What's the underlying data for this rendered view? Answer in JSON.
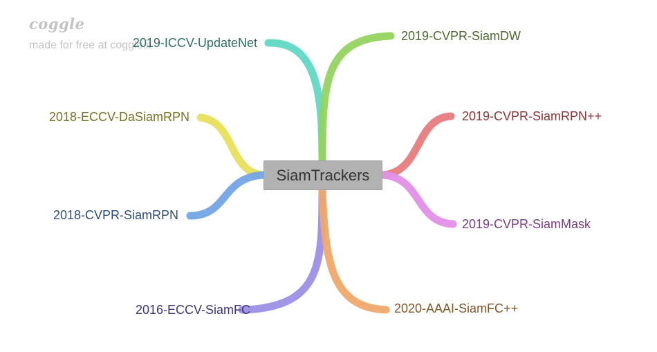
{
  "watermark": {
    "logo_text": "coggle",
    "subtitle": "made for free at coggle.it"
  },
  "center": {
    "label": "SiamTrackers",
    "color": "#b2b2b2"
  },
  "branches": [
    {
      "id": "updatenet",
      "label": "2019-ICCV-UpdateNet",
      "color": "#5fd9c5",
      "text_color": "#2e6f63"
    },
    {
      "id": "siamdw",
      "label": "2019-CVPR-SiamDW",
      "color": "#93d45f",
      "text_color": "#4a6a2e"
    },
    {
      "id": "dasiamrpn",
      "label": "2018-ECCV-DaSiamRPN",
      "color": "#e8df5a",
      "text_color": "#7a7225"
    },
    {
      "id": "siamrpnpp",
      "label": "2019-CVPR-SiamRPN++",
      "color": "#e87b7b",
      "text_color": "#8a3535"
    },
    {
      "id": "siamrpn",
      "label": "2018-CVPR-SiamRPN",
      "color": "#73a4e6",
      "text_color": "#2f4f73"
    },
    {
      "id": "siammask",
      "label": "2019-CVPR-SiamMask",
      "color": "#e290e8",
      "text_color": "#7d3a85"
    },
    {
      "id": "siamfc",
      "label": "2016-ECCV-SiamFC",
      "color": "#9b8fe6",
      "text_color": "#3d3577"
    },
    {
      "id": "siamfcpp",
      "label": "2020-AAAI-SiamFC++",
      "color": "#f0a86a",
      "text_color": "#85552a"
    }
  ]
}
